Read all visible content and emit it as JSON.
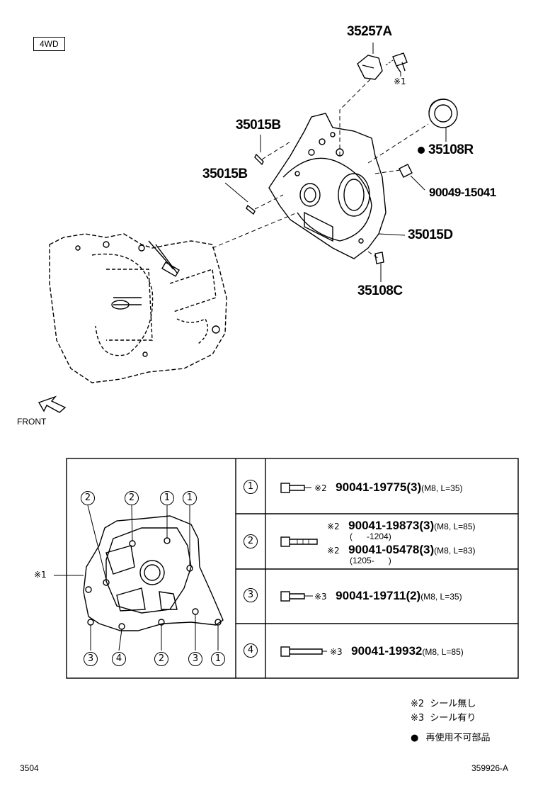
{
  "header": {
    "tag": "4WD"
  },
  "parts": {
    "p35257A": "35257A",
    "p35015B_1": "35015B",
    "p35015B_2": "35015B",
    "p35108R": "35108R",
    "p90049": "90049-15041",
    "p35015D": "35015D",
    "p35108C": "35108C",
    "ref1": "※1",
    "front": "FRONT"
  },
  "table": {
    "ref_label": "※1",
    "rows": [
      {
        "id": "1",
        "entries": [
          {
            "note": "※2",
            "part": "90041-19775",
            "qty": "(3)",
            "spec": "(M8, L=35)",
            "range": ""
          }
        ]
      },
      {
        "id": "2",
        "entries": [
          {
            "note": "※2",
            "part": "90041-19873",
            "qty": "(3)",
            "spec": "(M8, L=85)",
            "range": "(      -1204)"
          },
          {
            "note": "※2",
            "part": "90041-05478",
            "qty": "(3)",
            "spec": "(M8, L=83)",
            "range": "(1205-      )"
          }
        ]
      },
      {
        "id": "3",
        "entries": [
          {
            "note": "※3",
            "part": "90041-19711",
            "qty": "(2)",
            "spec": "(M8, L=35)",
            "range": ""
          }
        ]
      },
      {
        "id": "4",
        "entries": [
          {
            "note": "※3",
            "part": "90041-19932",
            "qty": "",
            "spec": "(M8, L=85)",
            "range": ""
          }
        ]
      }
    ],
    "callouts_top": [
      "2",
      "2",
      "1",
      "1"
    ],
    "callouts_bottom": [
      "3",
      "4",
      "2",
      "3",
      "1"
    ]
  },
  "legend": {
    "note2": "※2  シール無し",
    "note3": "※3  シール有り",
    "dot": "●",
    "dot_text": "再使用不可部品"
  },
  "footer": {
    "left": "3504",
    "right": "359926-A"
  }
}
